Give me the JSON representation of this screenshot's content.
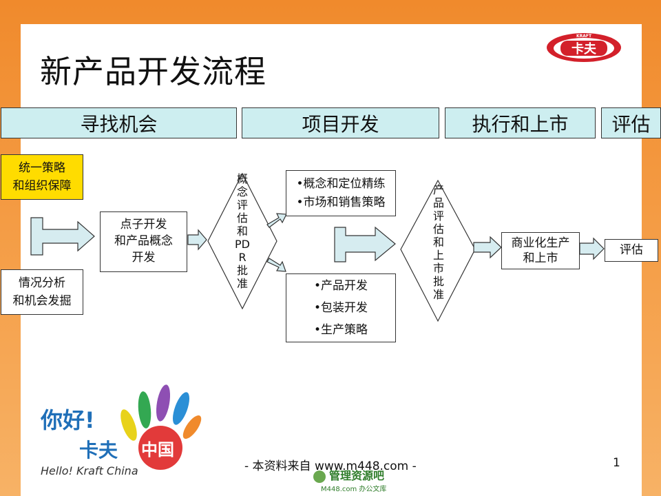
{
  "title": "新产品开发流程",
  "logo_text": "卡夫",
  "logo_small_text": "KRAFT",
  "phases": [
    "寻找机会",
    "项目开发",
    "执行和上市",
    "评估"
  ],
  "inputs": {
    "strategy": [
      "统一策略",
      "和组织保障"
    ],
    "analysis": [
      "情况分析",
      "和机会发掘"
    ]
  },
  "idea_box": [
    "点子开发",
    "和产品概念",
    "开发"
  ],
  "diamond1": [
    "概",
    "念",
    "评",
    "估",
    "和",
    "PD",
    "R",
    "批",
    "准"
  ],
  "dev_top": [
    "•概念和定位精练",
    "•市场和销售策略"
  ],
  "dev_bottom": [
    "•产品开发",
    "•包装开发",
    "•生产策略"
  ],
  "diamond2": [
    "产",
    "品",
    "评",
    "估",
    "和",
    "上",
    "市",
    "批",
    "准"
  ],
  "launch_box": [
    "商业化生产",
    "和上市"
  ],
  "eval_box": "评估",
  "hand_logo": {
    "greeting": "你好!",
    "brand": "卡夫",
    "country": "中国",
    "english": "Hello! Kraft China"
  },
  "footer": "- 本资料来自 www.m448.com -",
  "page_number": "1",
  "watermark": {
    "main": "管理资源吧",
    "sub": "M448.com  办公文库"
  },
  "colors": {
    "background": "#f08a2c",
    "phase_fill": "#cdeef0",
    "highlight": "#ffdc00",
    "arrow_fill": "#d6ecf0",
    "logo_red": "#d3202a"
  }
}
